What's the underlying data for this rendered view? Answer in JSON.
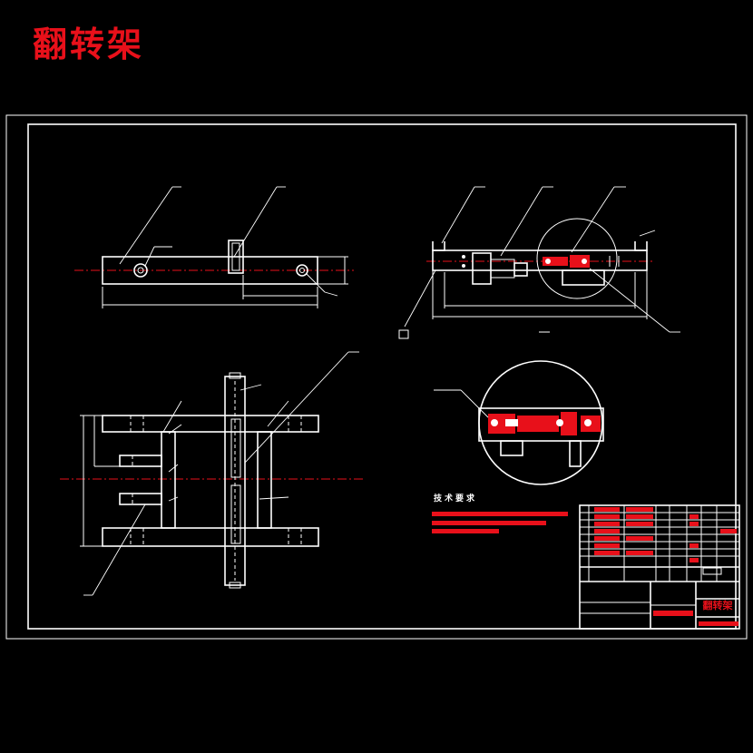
{
  "title": "翻转架",
  "notes_heading": "技术要求",
  "title_block_name": "翻转架",
  "colors": {
    "background": "#000000",
    "lines": "#ffffff",
    "accent": "#e8101a"
  }
}
